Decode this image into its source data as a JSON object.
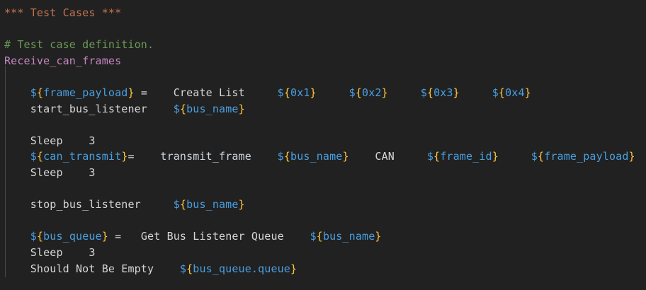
{
  "editor": {
    "background_color": "#212121",
    "indent_guide_color": "#4a4a4a",
    "language": "Robot Framework",
    "colors": {
      "section_header": "#c2734f",
      "comment": "#6a9955",
      "test_case_name": "#c586c0",
      "keyword": "#d6d6d6",
      "variable_brace": "#ffc83d",
      "variable_name": "#4a9fe0"
    }
  },
  "code": {
    "section_header": "*** Test Cases ***",
    "comment": "# Test case definition.",
    "test_case_name": "Receive_can_frames",
    "lines": [
      {
        "id": "line-section",
        "indent": 0,
        "tokens": [
          {
            "t": "section",
            "v": "*** Test Cases ***"
          }
        ]
      },
      {
        "id": "line-blank-1",
        "indent": 0,
        "tokens": []
      },
      {
        "id": "line-comment",
        "indent": 0,
        "tokens": [
          {
            "t": "comment",
            "v": "# Test case definition."
          }
        ]
      },
      {
        "id": "line-testname",
        "indent": 0,
        "tokens": [
          {
            "t": "testname",
            "v": "Receive_can_frames"
          }
        ]
      },
      {
        "id": "line-blank-2",
        "indent": 0,
        "tokens": []
      },
      {
        "id": "line-frame-payload",
        "indent": 4,
        "tokens": [
          {
            "t": "dollar",
            "v": "$"
          },
          {
            "t": "brace",
            "v": "{"
          },
          {
            "t": "var",
            "v": "frame_payload"
          },
          {
            "t": "brace",
            "v": "}"
          },
          {
            "t": "kw",
            "v": " =    "
          },
          {
            "t": "kw",
            "v": "Create List"
          },
          {
            "t": "kw",
            "v": "     "
          },
          {
            "t": "dollar",
            "v": "$"
          },
          {
            "t": "brace",
            "v": "{"
          },
          {
            "t": "var",
            "v": "0x1"
          },
          {
            "t": "brace",
            "v": "}"
          },
          {
            "t": "kw",
            "v": "     "
          },
          {
            "t": "dollar",
            "v": "$"
          },
          {
            "t": "brace",
            "v": "{"
          },
          {
            "t": "var",
            "v": "0x2"
          },
          {
            "t": "brace",
            "v": "}"
          },
          {
            "t": "kw",
            "v": "     "
          },
          {
            "t": "dollar",
            "v": "$"
          },
          {
            "t": "brace",
            "v": "{"
          },
          {
            "t": "var",
            "v": "0x3"
          },
          {
            "t": "brace",
            "v": "}"
          },
          {
            "t": "kw",
            "v": "     "
          },
          {
            "t": "dollar",
            "v": "$"
          },
          {
            "t": "brace",
            "v": "{"
          },
          {
            "t": "var",
            "v": "0x4"
          },
          {
            "t": "brace",
            "v": "}"
          }
        ]
      },
      {
        "id": "line-start-bus-listener",
        "indent": 4,
        "tokens": [
          {
            "t": "kw",
            "v": "start_bus_listener"
          },
          {
            "t": "kw",
            "v": "    "
          },
          {
            "t": "dollar",
            "v": "$"
          },
          {
            "t": "brace",
            "v": "{"
          },
          {
            "t": "var",
            "v": "bus_name"
          },
          {
            "t": "brace",
            "v": "}"
          }
        ]
      },
      {
        "id": "line-blank-3",
        "indent": 0,
        "tokens": []
      },
      {
        "id": "line-sleep-1",
        "indent": 4,
        "tokens": [
          {
            "t": "kw",
            "v": "Sleep"
          },
          {
            "t": "kw",
            "v": "    "
          },
          {
            "t": "num",
            "v": "3"
          }
        ]
      },
      {
        "id": "line-can-transmit",
        "indent": 4,
        "tokens": [
          {
            "t": "dollar",
            "v": "$"
          },
          {
            "t": "brace",
            "v": "{"
          },
          {
            "t": "var",
            "v": "can_transmit"
          },
          {
            "t": "brace",
            "v": "}"
          },
          {
            "t": "eq",
            "v": "="
          },
          {
            "t": "kw",
            "v": "    "
          },
          {
            "t": "kwalt",
            "v": "transmit_frame"
          },
          {
            "t": "kw",
            "v": "    "
          },
          {
            "t": "dollar",
            "v": "$"
          },
          {
            "t": "brace",
            "v": "{"
          },
          {
            "t": "var",
            "v": "bus_name"
          },
          {
            "t": "brace",
            "v": "}"
          },
          {
            "t": "kw",
            "v": "    "
          },
          {
            "t": "kw",
            "v": "CAN"
          },
          {
            "t": "kw",
            "v": "     "
          },
          {
            "t": "dollar",
            "v": "$"
          },
          {
            "t": "brace",
            "v": "{"
          },
          {
            "t": "var",
            "v": "frame_id"
          },
          {
            "t": "brace",
            "v": "}"
          },
          {
            "t": "kw",
            "v": "     "
          },
          {
            "t": "dollar",
            "v": "$"
          },
          {
            "t": "brace",
            "v": "{"
          },
          {
            "t": "var",
            "v": "frame_payload"
          },
          {
            "t": "brace",
            "v": "}"
          }
        ]
      },
      {
        "id": "line-sleep-2",
        "indent": 4,
        "tokens": [
          {
            "t": "kw",
            "v": "Sleep"
          },
          {
            "t": "kw",
            "v": "    "
          },
          {
            "t": "num",
            "v": "3"
          }
        ]
      },
      {
        "id": "line-blank-4",
        "indent": 0,
        "tokens": []
      },
      {
        "id": "line-stop-bus-listener",
        "indent": 4,
        "tokens": [
          {
            "t": "kw",
            "v": "stop_bus_listener"
          },
          {
            "t": "kw",
            "v": "     "
          },
          {
            "t": "dollar",
            "v": "$"
          },
          {
            "t": "brace",
            "v": "{"
          },
          {
            "t": "var",
            "v": "bus_name"
          },
          {
            "t": "brace",
            "v": "}"
          }
        ]
      },
      {
        "id": "line-blank-5",
        "indent": 0,
        "tokens": []
      },
      {
        "id": "line-bus-queue",
        "indent": 4,
        "tokens": [
          {
            "t": "dollar",
            "v": "$"
          },
          {
            "t": "brace",
            "v": "{"
          },
          {
            "t": "var",
            "v": "bus_queue"
          },
          {
            "t": "brace",
            "v": "}"
          },
          {
            "t": "kw",
            "v": " =   "
          },
          {
            "t": "kw",
            "v": "Get Bus Listener Queue"
          },
          {
            "t": "kw",
            "v": "    "
          },
          {
            "t": "dollar",
            "v": "$"
          },
          {
            "t": "brace",
            "v": "{"
          },
          {
            "t": "var",
            "v": "bus_name"
          },
          {
            "t": "brace",
            "v": "}"
          }
        ]
      },
      {
        "id": "line-sleep-3",
        "indent": 4,
        "tokens": [
          {
            "t": "kw",
            "v": "Sleep"
          },
          {
            "t": "kw",
            "v": "    "
          },
          {
            "t": "num",
            "v": "3"
          }
        ]
      },
      {
        "id": "line-should-not-be-empty",
        "indent": 4,
        "tokens": [
          {
            "t": "kw",
            "v": "Should Not Be Empty"
          },
          {
            "t": "kw",
            "v": "    "
          },
          {
            "t": "dollar",
            "v": "$"
          },
          {
            "t": "brace",
            "v": "{"
          },
          {
            "t": "var",
            "v": "bus_queue.queue"
          },
          {
            "t": "brace",
            "v": "}"
          }
        ]
      }
    ]
  }
}
